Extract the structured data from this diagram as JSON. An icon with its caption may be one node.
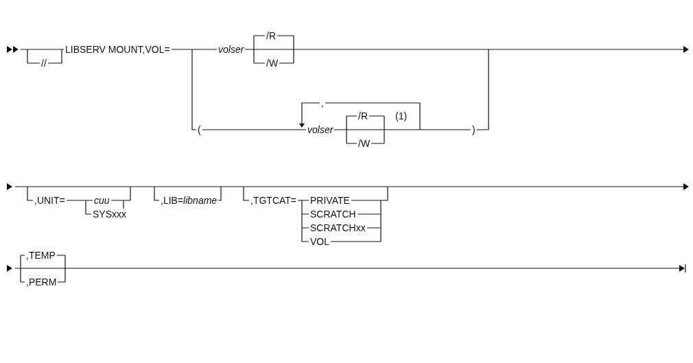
{
  "diagram": {
    "labels": [
      "//",
      "LIBSERV MOUNT,VOL=",
      "volser",
      "/R",
      "/W",
      ",",
      "(",
      "volser",
      "/R",
      "(1)",
      "/W",
      ")",
      ",UNIT=",
      "cuu",
      "SYSxxx",
      ",LIB=*libname*",
      ",TGTCAT=",
      "PRIVATE",
      "SCRATCH",
      "SCRATCHxx",
      "VOL",
      ",TEMP",
      ",PERM"
    ]
  }
}
